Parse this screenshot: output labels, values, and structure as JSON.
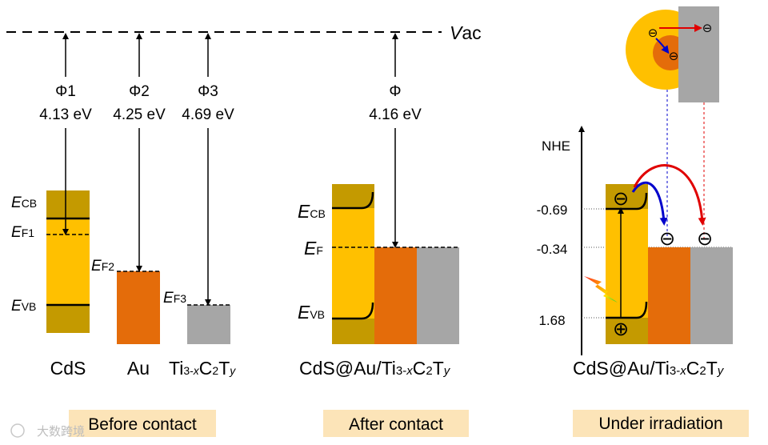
{
  "vacuum": {
    "label_italic": "V",
    "label_rest": "ac"
  },
  "before": {
    "work_functions": [
      {
        "symbol": "Φ1",
        "value": "4.13 eV"
      },
      {
        "symbol": "Φ2",
        "value": "4.25 eV"
      },
      {
        "symbol": "Φ3",
        "value": "4.69 eV"
      }
    ],
    "levels": {
      "ecb": {
        "main": "E",
        "sub": "CB"
      },
      "ef1": {
        "main": "E",
        "sub": "F1"
      },
      "evb": {
        "main": "E",
        "sub": "VB"
      },
      "ef2": {
        "main": "E",
        "sub": "F2"
      },
      "ef3": {
        "main": "E",
        "sub": "F3"
      }
    },
    "materials": {
      "cds": "CdS",
      "au": "Au",
      "mxene_a": "Ti",
      "mxene_b": "3-",
      "mxene_c": "x",
      "mxene_d": "C",
      "mxene_e": "2",
      "mxene_f": "T",
      "mxene_g": "y"
    },
    "caption": "Before contact"
  },
  "after": {
    "work_function": {
      "symbol": "Φ",
      "value": "4.16 eV"
    },
    "levels": {
      "ecb": {
        "main": "E",
        "sub": "CB"
      },
      "ef": {
        "main": "E",
        "sub": "F"
      },
      "evb": {
        "main": "E",
        "sub": "VB"
      }
    },
    "composite": {
      "a": "CdS@Au/Ti",
      "b": "3-",
      "c": "x",
      "d": "C",
      "e": "2",
      "f": "T",
      "g": "y"
    },
    "caption": "After contact"
  },
  "irradiation": {
    "axis_label": "NHE",
    "ticks": [
      "-0.69",
      "-0.34",
      "1.68"
    ],
    "electron_symbol": "⊖",
    "hole_symbol": "⊕",
    "composite": {
      "a": "CdS@Au/Ti",
      "b": "3-",
      "c": "x",
      "d": "C",
      "e": "2",
      "f": "T",
      "g": "y"
    },
    "caption": "Under irradiation"
  },
  "watermark": "大数跨境",
  "colors": {
    "cds_dark": "#C49A00",
    "cds_light": "#FFC000",
    "au": "#E46C0A",
    "mxene": "#A6A6A6",
    "caption_bg": "#FCE4B8",
    "blue_arrow": "#0000CC",
    "red_arrow": "#E00000"
  }
}
